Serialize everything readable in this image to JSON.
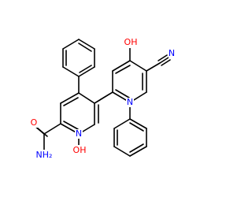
{
  "colors": {
    "bond": "#000000",
    "oxygen": "#ff0000",
    "nitrogen": "#0000ff",
    "carbon": "#000000",
    "background": "#ffffff"
  },
  "labels": {
    "oh_left": "OH",
    "oh_right": "OH",
    "amide_o": "O",
    "amide_nh2": "NH₂",
    "ring_n_left": "N",
    "ring_n_right": "N",
    "nitrile_n": "N"
  }
}
